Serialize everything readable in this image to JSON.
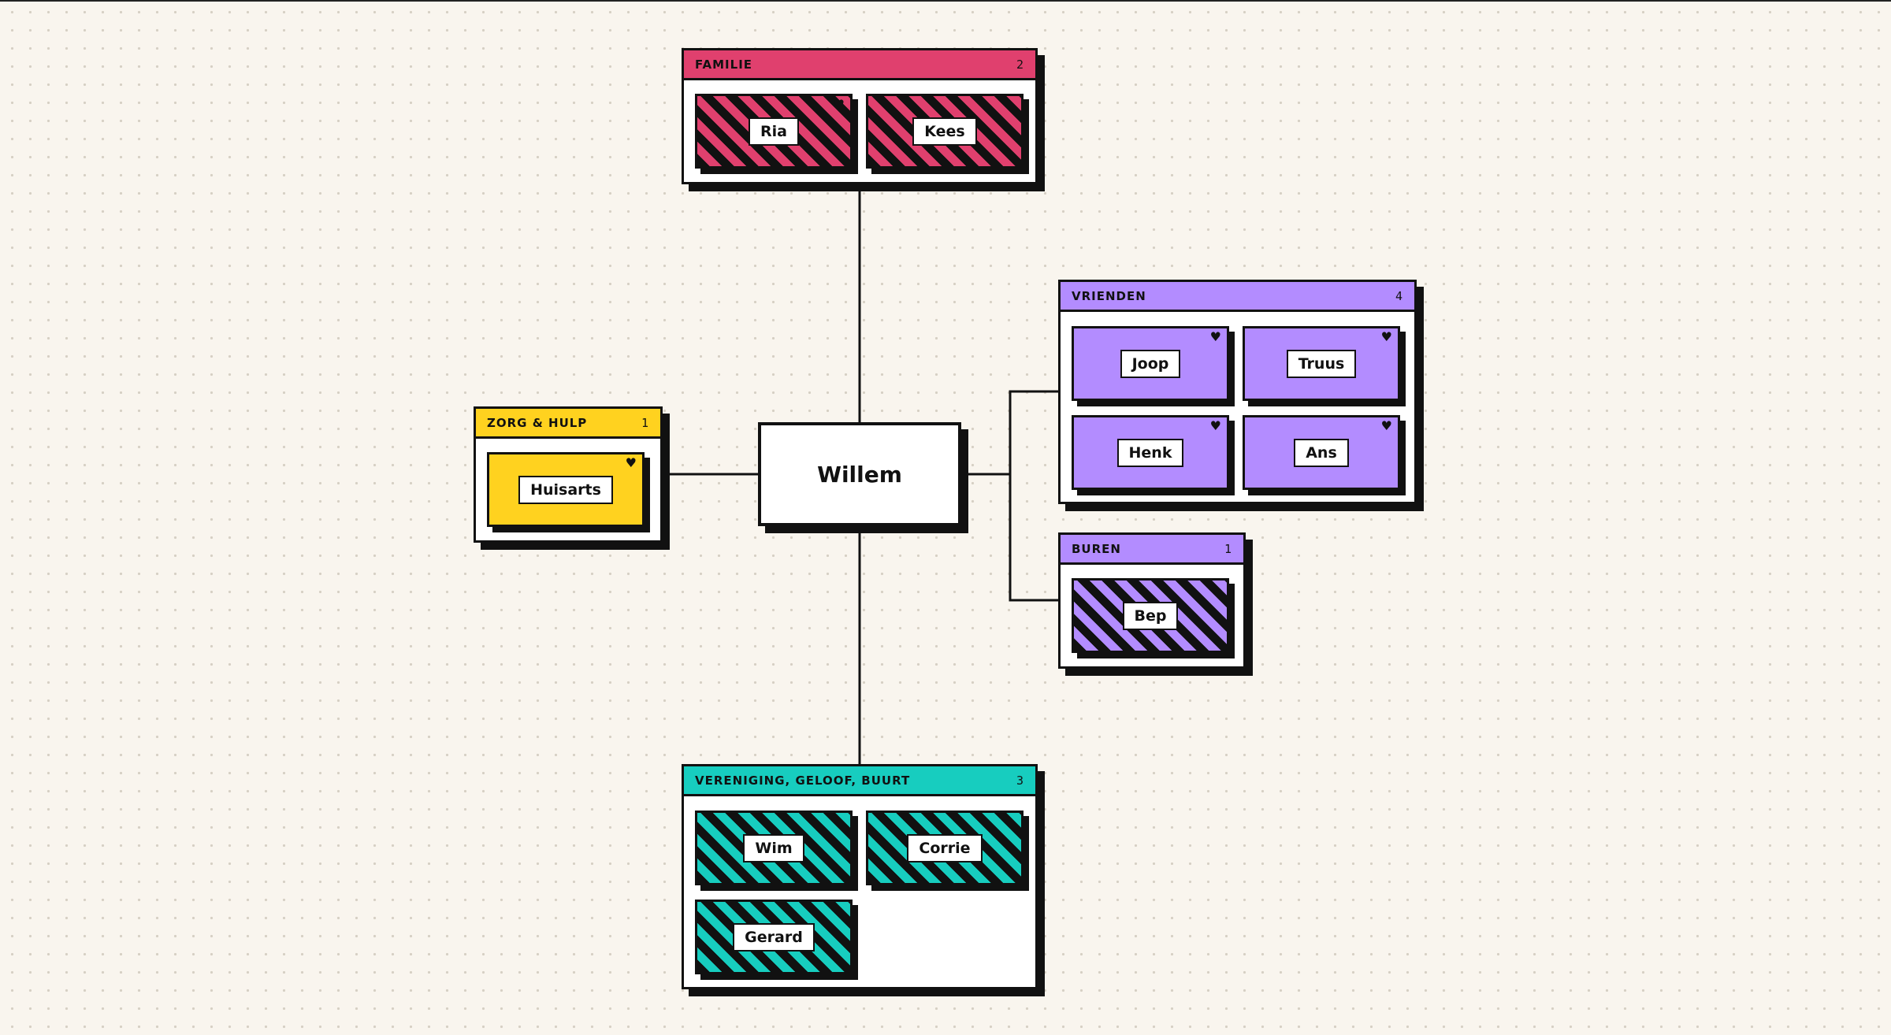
{
  "center": {
    "name": "Willem"
  },
  "groups": {
    "familie": {
      "title": "FAMILIE",
      "count": "2",
      "color": "#e0406e",
      "members": [
        {
          "name": "Ria",
          "favorite": true
        },
        {
          "name": "Kees",
          "favorite": false
        }
      ]
    },
    "vrienden": {
      "title": "VRIENDEN",
      "count": "4",
      "color": "#b38cff",
      "members": [
        {
          "name": "Joop",
          "favorite": true
        },
        {
          "name": "Truus",
          "favorite": true
        },
        {
          "name": "Henk",
          "favorite": true
        },
        {
          "name": "Ans",
          "favorite": true
        }
      ]
    },
    "buren": {
      "title": "BUREN",
      "count": "1",
      "color": "#b38cff",
      "members": [
        {
          "name": "Bep",
          "favorite": false
        }
      ]
    },
    "zorg": {
      "title": "ZORG & HULP",
      "count": "1",
      "color": "#ffd21f",
      "members": [
        {
          "name": "Huisarts",
          "favorite": true
        }
      ]
    },
    "vereniging": {
      "title": "VERENIGING, GELOOF, BUURT",
      "count": "3",
      "color": "#17cdbf",
      "members": [
        {
          "name": "Wim",
          "favorite": false
        },
        {
          "name": "Corrie",
          "favorite": false
        },
        {
          "name": "Gerard",
          "favorite": false
        }
      ]
    }
  },
  "icons": {
    "favorite": "heart-icon"
  },
  "colors": {
    "ink": "#111111",
    "background": "#f9f5ee"
  }
}
